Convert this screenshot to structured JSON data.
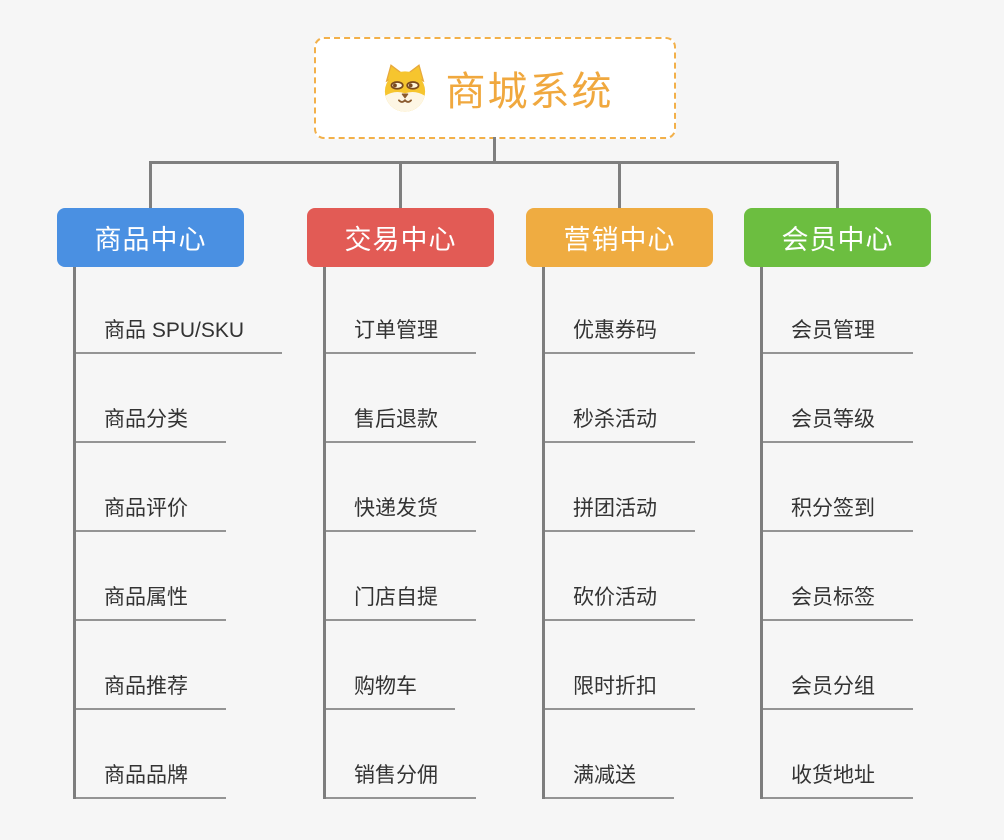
{
  "root": {
    "title": "商城系统",
    "icon": "shiba-dog-icon",
    "title_color": "#f0a83e",
    "border_color": "#f2b04a"
  },
  "connector_color": "#7f7f7f",
  "branches": [
    {
      "label": "商品中心",
      "color": "#4a90e2",
      "items": [
        "商品 SPU/SKU",
        "商品分类",
        "商品评价",
        "商品属性",
        "商品推荐",
        "商品品牌"
      ]
    },
    {
      "label": "交易中心",
      "color": "#e25b55",
      "items": [
        "订单管理",
        "售后退款",
        "快递发货",
        "门店自提",
        "购物车",
        "销售分佣"
      ]
    },
    {
      "label": "营销中心",
      "color": "#efac41",
      "items": [
        "优惠券码",
        "秒杀活动",
        "拼团活动",
        "砍价活动",
        "限时折扣",
        "满减送"
      ]
    },
    {
      "label": "会员中心",
      "color": "#6cbe40",
      "items": [
        "会员管理",
        "会员等级",
        "积分签到",
        "会员标签",
        "会员分组",
        "收货地址"
      ]
    }
  ]
}
